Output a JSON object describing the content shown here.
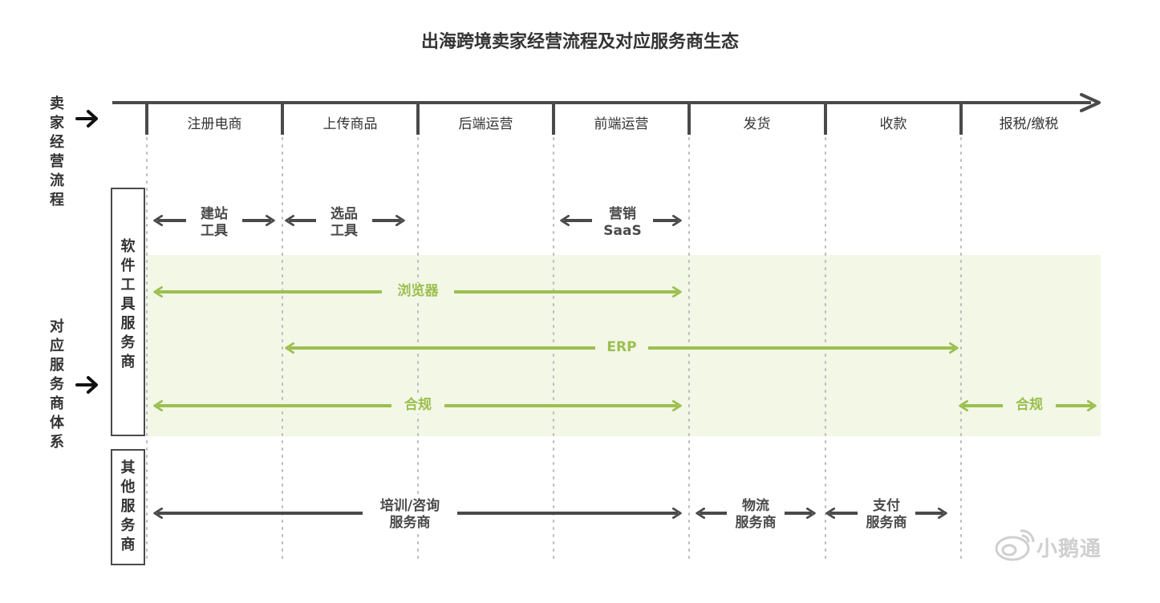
{
  "title": "出海跨境卖家经营流程及对应服务商生态",
  "side_labels": {
    "seller_flow": [
      "卖",
      "家",
      "经",
      "营",
      "流",
      "程"
    ],
    "service_system": [
      "对",
      "应",
      "服",
      "务",
      "商",
      "体",
      "系"
    ]
  },
  "stages": [
    "注册电商",
    "上传商品",
    "后端运营",
    "前端运营",
    "发货",
    "收款",
    "报税/缴税"
  ],
  "groups": {
    "software": [
      "软",
      "件",
      "工",
      "具",
      "服",
      "务",
      "商"
    ],
    "other": [
      "其",
      "他",
      "服",
      "务",
      "商"
    ]
  },
  "services": {
    "site_builder": [
      "建站",
      "工具"
    ],
    "product_selection": [
      "选品",
      "工具"
    ],
    "marketing": [
      "营销",
      "SaaS"
    ],
    "browser": "浏览器",
    "erp": "ERP",
    "compliance_1": "合规",
    "compliance_2": "合规",
    "training": [
      "培训/咨询",
      "服务商"
    ],
    "logistics": [
      "物流",
      "服务商"
    ],
    "payment": [
      "支付",
      "服务商"
    ]
  },
  "watermark": "小鹅通",
  "colors": {
    "dark": "#4a4a4a",
    "green": "#9cbf4f",
    "band": "#f2f7e6",
    "dotted": "#bbbbbb"
  }
}
